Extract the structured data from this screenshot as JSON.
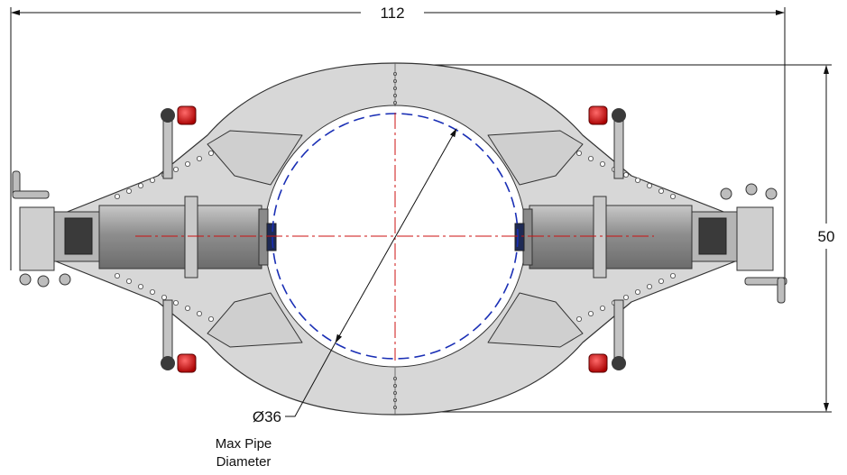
{
  "drawing": {
    "width_dimension": "112",
    "height_dimension": "50",
    "diameter_dimension": "Ø36",
    "note_line1": "Max Pipe",
    "note_line2": "Diameter",
    "colors": {
      "frame_fill": "#d7d7d7",
      "frame_stroke": "#333333",
      "pipe_circle": "#1a2fb5",
      "centerline": "#cc1111",
      "knob_red": "#d41414",
      "cylinder_fill": "#9a9a9a",
      "dark_part": "#3a3a3a"
    }
  }
}
